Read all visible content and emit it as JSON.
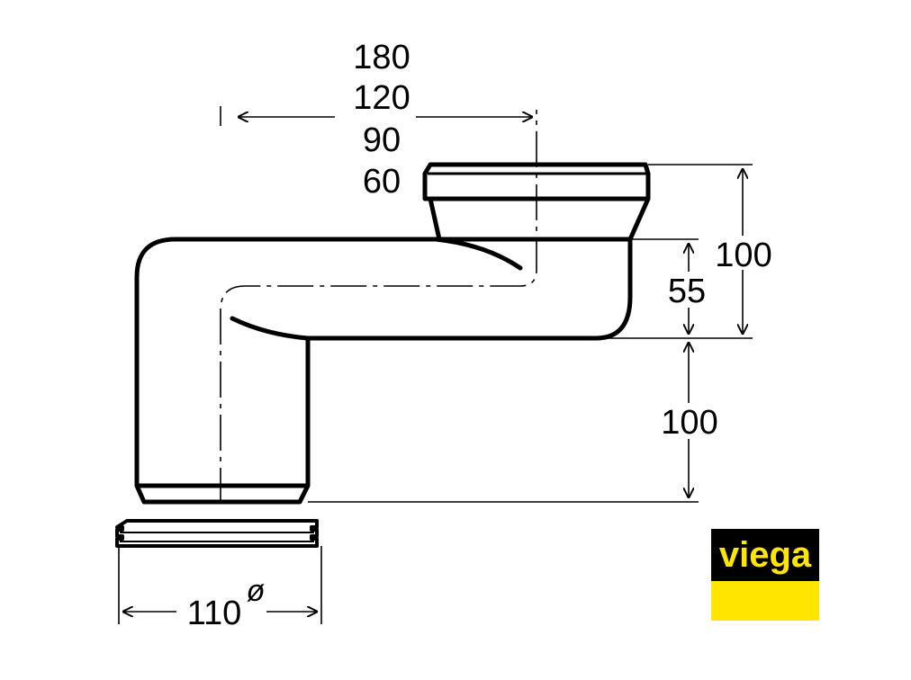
{
  "dimensions": {
    "offset_values": [
      "180",
      "120",
      "90",
      "60"
    ],
    "top_height": "100",
    "inlet_offset": "55",
    "bottom_height": "100",
    "diameter_value": "110",
    "diameter_symbol": "ø"
  },
  "logo": {
    "text": "viega",
    "background": "#000000",
    "accent": "#FFE600"
  }
}
